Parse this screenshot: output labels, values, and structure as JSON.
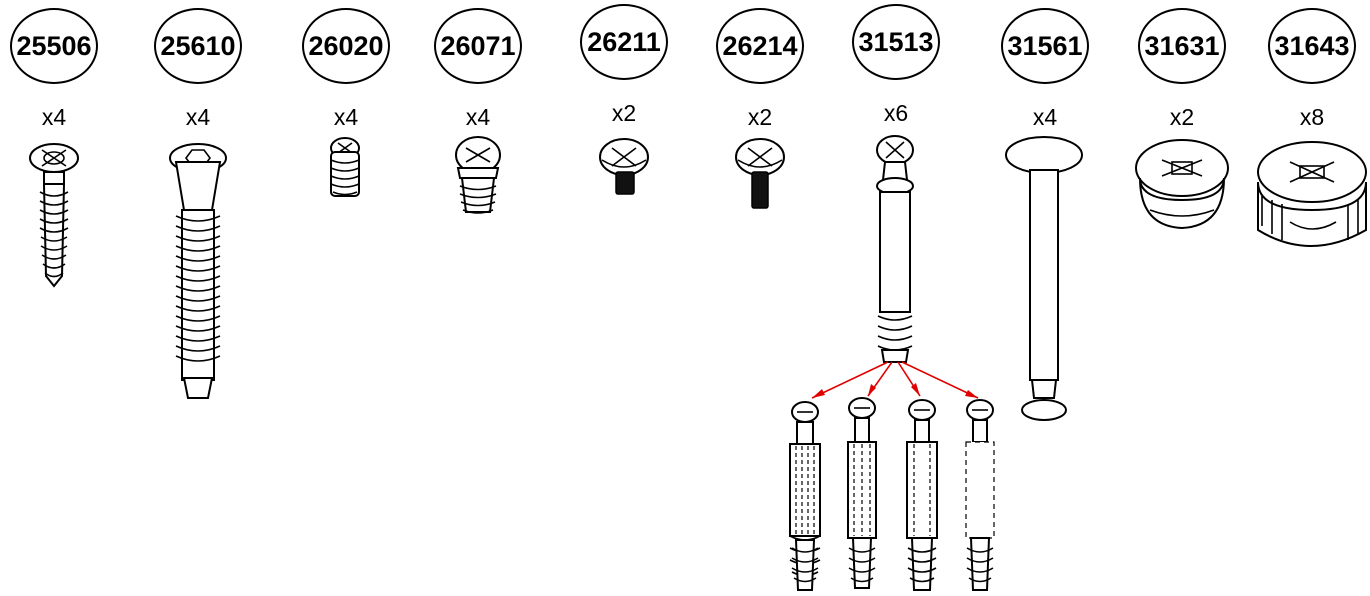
{
  "parts": [
    {
      "code": "25506",
      "qty": "x4",
      "icon": "screw-phillips-flange-icon"
    },
    {
      "code": "25610",
      "qty": "x4",
      "icon": "screw-hex-long-icon"
    },
    {
      "code": "26020",
      "qty": "x4",
      "icon": "insert-short-icon"
    },
    {
      "code": "26071",
      "qty": "x4",
      "icon": "insert-dome-icon"
    },
    {
      "code": "26211",
      "qty": "x2",
      "icon": "bolt-short-black-icon"
    },
    {
      "code": "26214",
      "qty": "x2",
      "icon": "bolt-long-black-icon"
    },
    {
      "code": "31513",
      "qty": "x6",
      "icon": "cam-dowel-icon"
    },
    {
      "code": "31561",
      "qty": "x4",
      "icon": "pin-long-icon"
    },
    {
      "code": "31631",
      "qty": "x2",
      "icon": "cam-lock-small-icon"
    },
    {
      "code": "31643",
      "qty": "x8",
      "icon": "cam-lock-large-icon"
    }
  ],
  "variants_icon": "cam-dowel-variants-icon",
  "arrow_color": "#e00000"
}
